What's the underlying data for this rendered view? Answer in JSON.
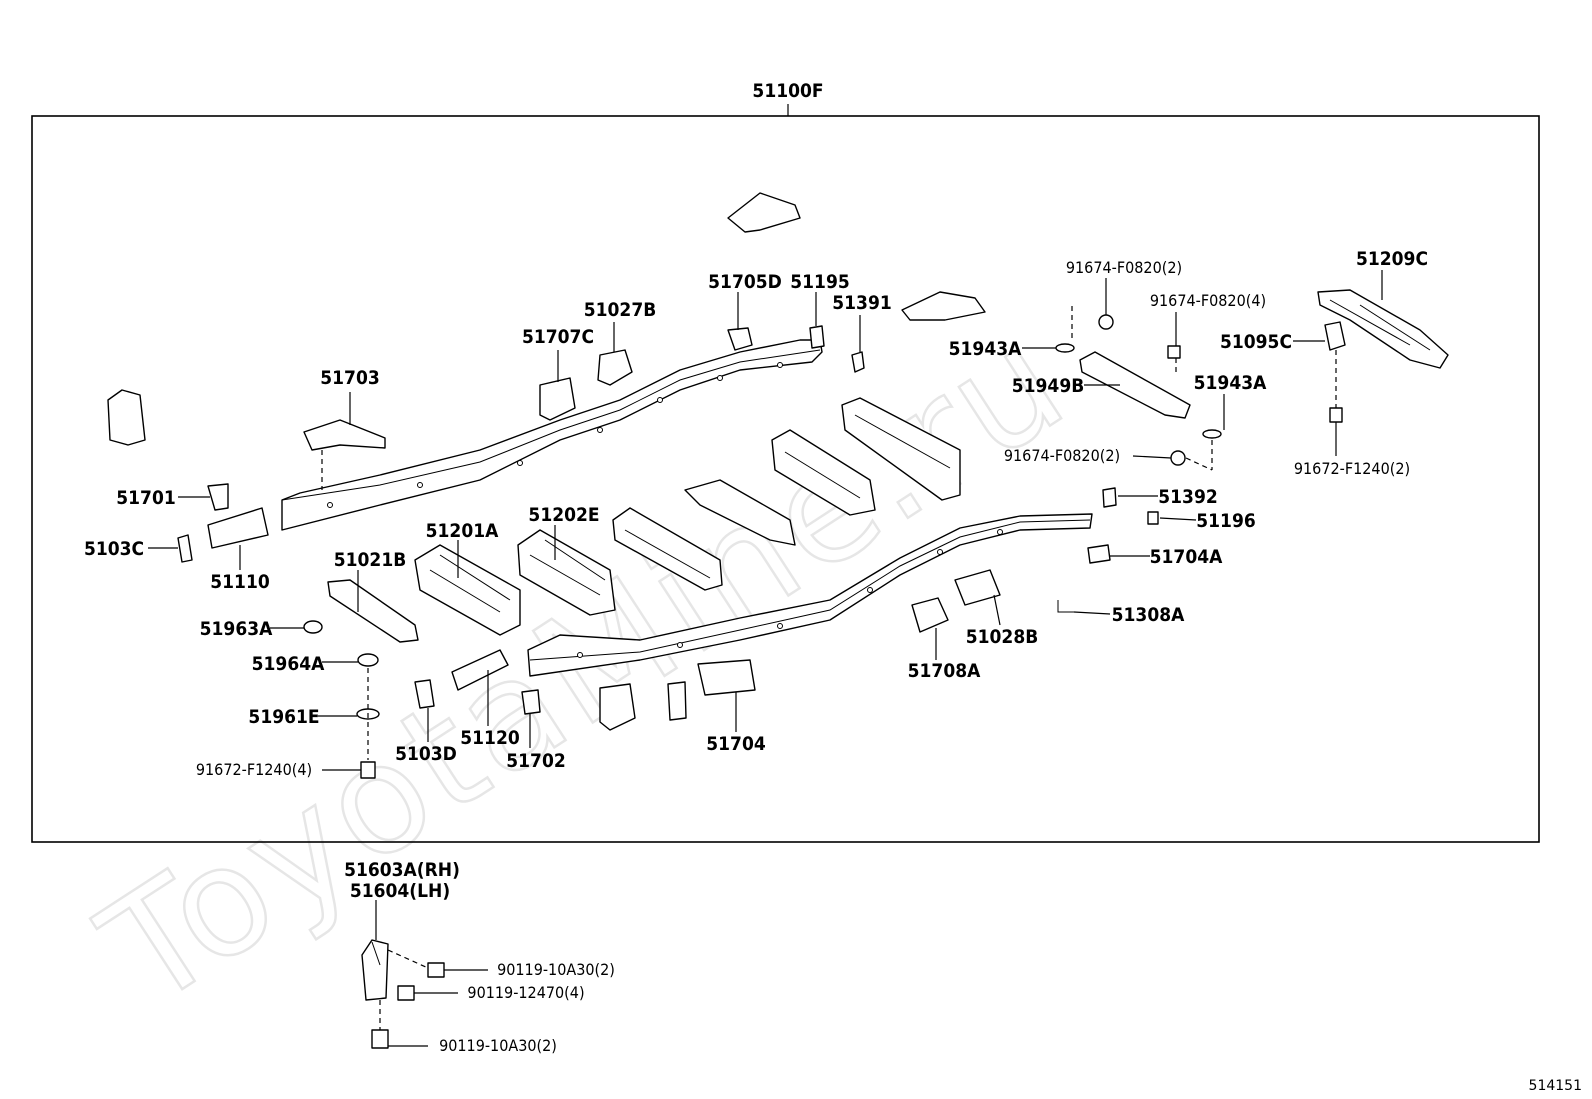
{
  "watermark": "ToyotaMine.ru",
  "figure_number": "514151",
  "assembly": {
    "label": "51100F"
  },
  "callouts": {
    "c51703": "51703",
    "c51707C": "51707C",
    "c51027B": "51027B",
    "c51705D": "51705D",
    "c51195": "51195",
    "c51391": "51391",
    "c91674_2a": "91674-F0820(2)",
    "c91674_4": "91674-F0820(4)",
    "c51209C": "51209C",
    "c51943A_a": "51943A",
    "c51943A_b": "51943A",
    "c51949B": "51949B",
    "c51095C": "51095C",
    "c91674_2b": "91674-F0820(2)",
    "c91672_2": "91672-F1240(2)",
    "c51701": "51701",
    "c5103C": "5103C",
    "c51110": "51110",
    "c51021B": "51021B",
    "c51201A": "51201A",
    "c51202E": "51202E",
    "c51392": "51392",
    "c51196": "51196",
    "c51704A": "51704A",
    "c51963A": "51963A",
    "c51964A": "51964A",
    "c51961E": "51961E",
    "c91672_4": "91672-F1240(4)",
    "c5103D": "5103D",
    "c51120": "51120",
    "c51702": "51702",
    "c51704": "51704",
    "c51708A": "51708A",
    "c51028B": "51028B",
    "c51308A": "51308A",
    "c51603A": "51603A(RH)",
    "c51604": "51604(LH)",
    "c90119_10A30_a": "90119-10A30(2)",
    "c90119_12470": "90119-12470(4)",
    "c90119_10A30_b": "90119-10A30(2)"
  }
}
